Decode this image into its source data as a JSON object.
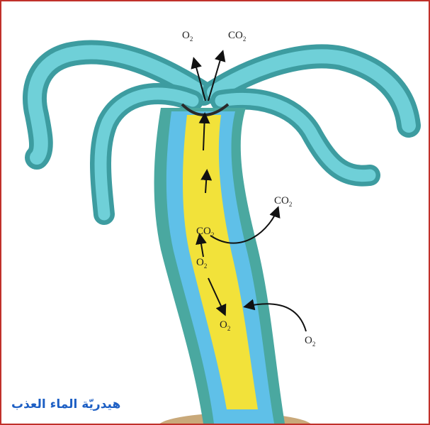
{
  "caption": "هيدريّة الماء العذب",
  "labels": {
    "top_o2": "O",
    "top_o2_sub": "2",
    "top_co2": "CO",
    "top_co2_sub": "2",
    "right_co2": "CO",
    "right_co2_sub": "2",
    "inner_co2": "CO",
    "inner_co2_sub": "2",
    "inner_o2": "O",
    "inner_o2_sub": "2",
    "lower_o2": "O",
    "lower_o2_sub": "2",
    "right_o2": "O",
    "right_o2_sub": "2"
  },
  "colors": {
    "border": "#c0302a",
    "caption": "#1d5fc4",
    "outer_layer": "#4aa8a0",
    "inner_layer": "#5fc0e8",
    "gut": "#f2e23a"
  }
}
